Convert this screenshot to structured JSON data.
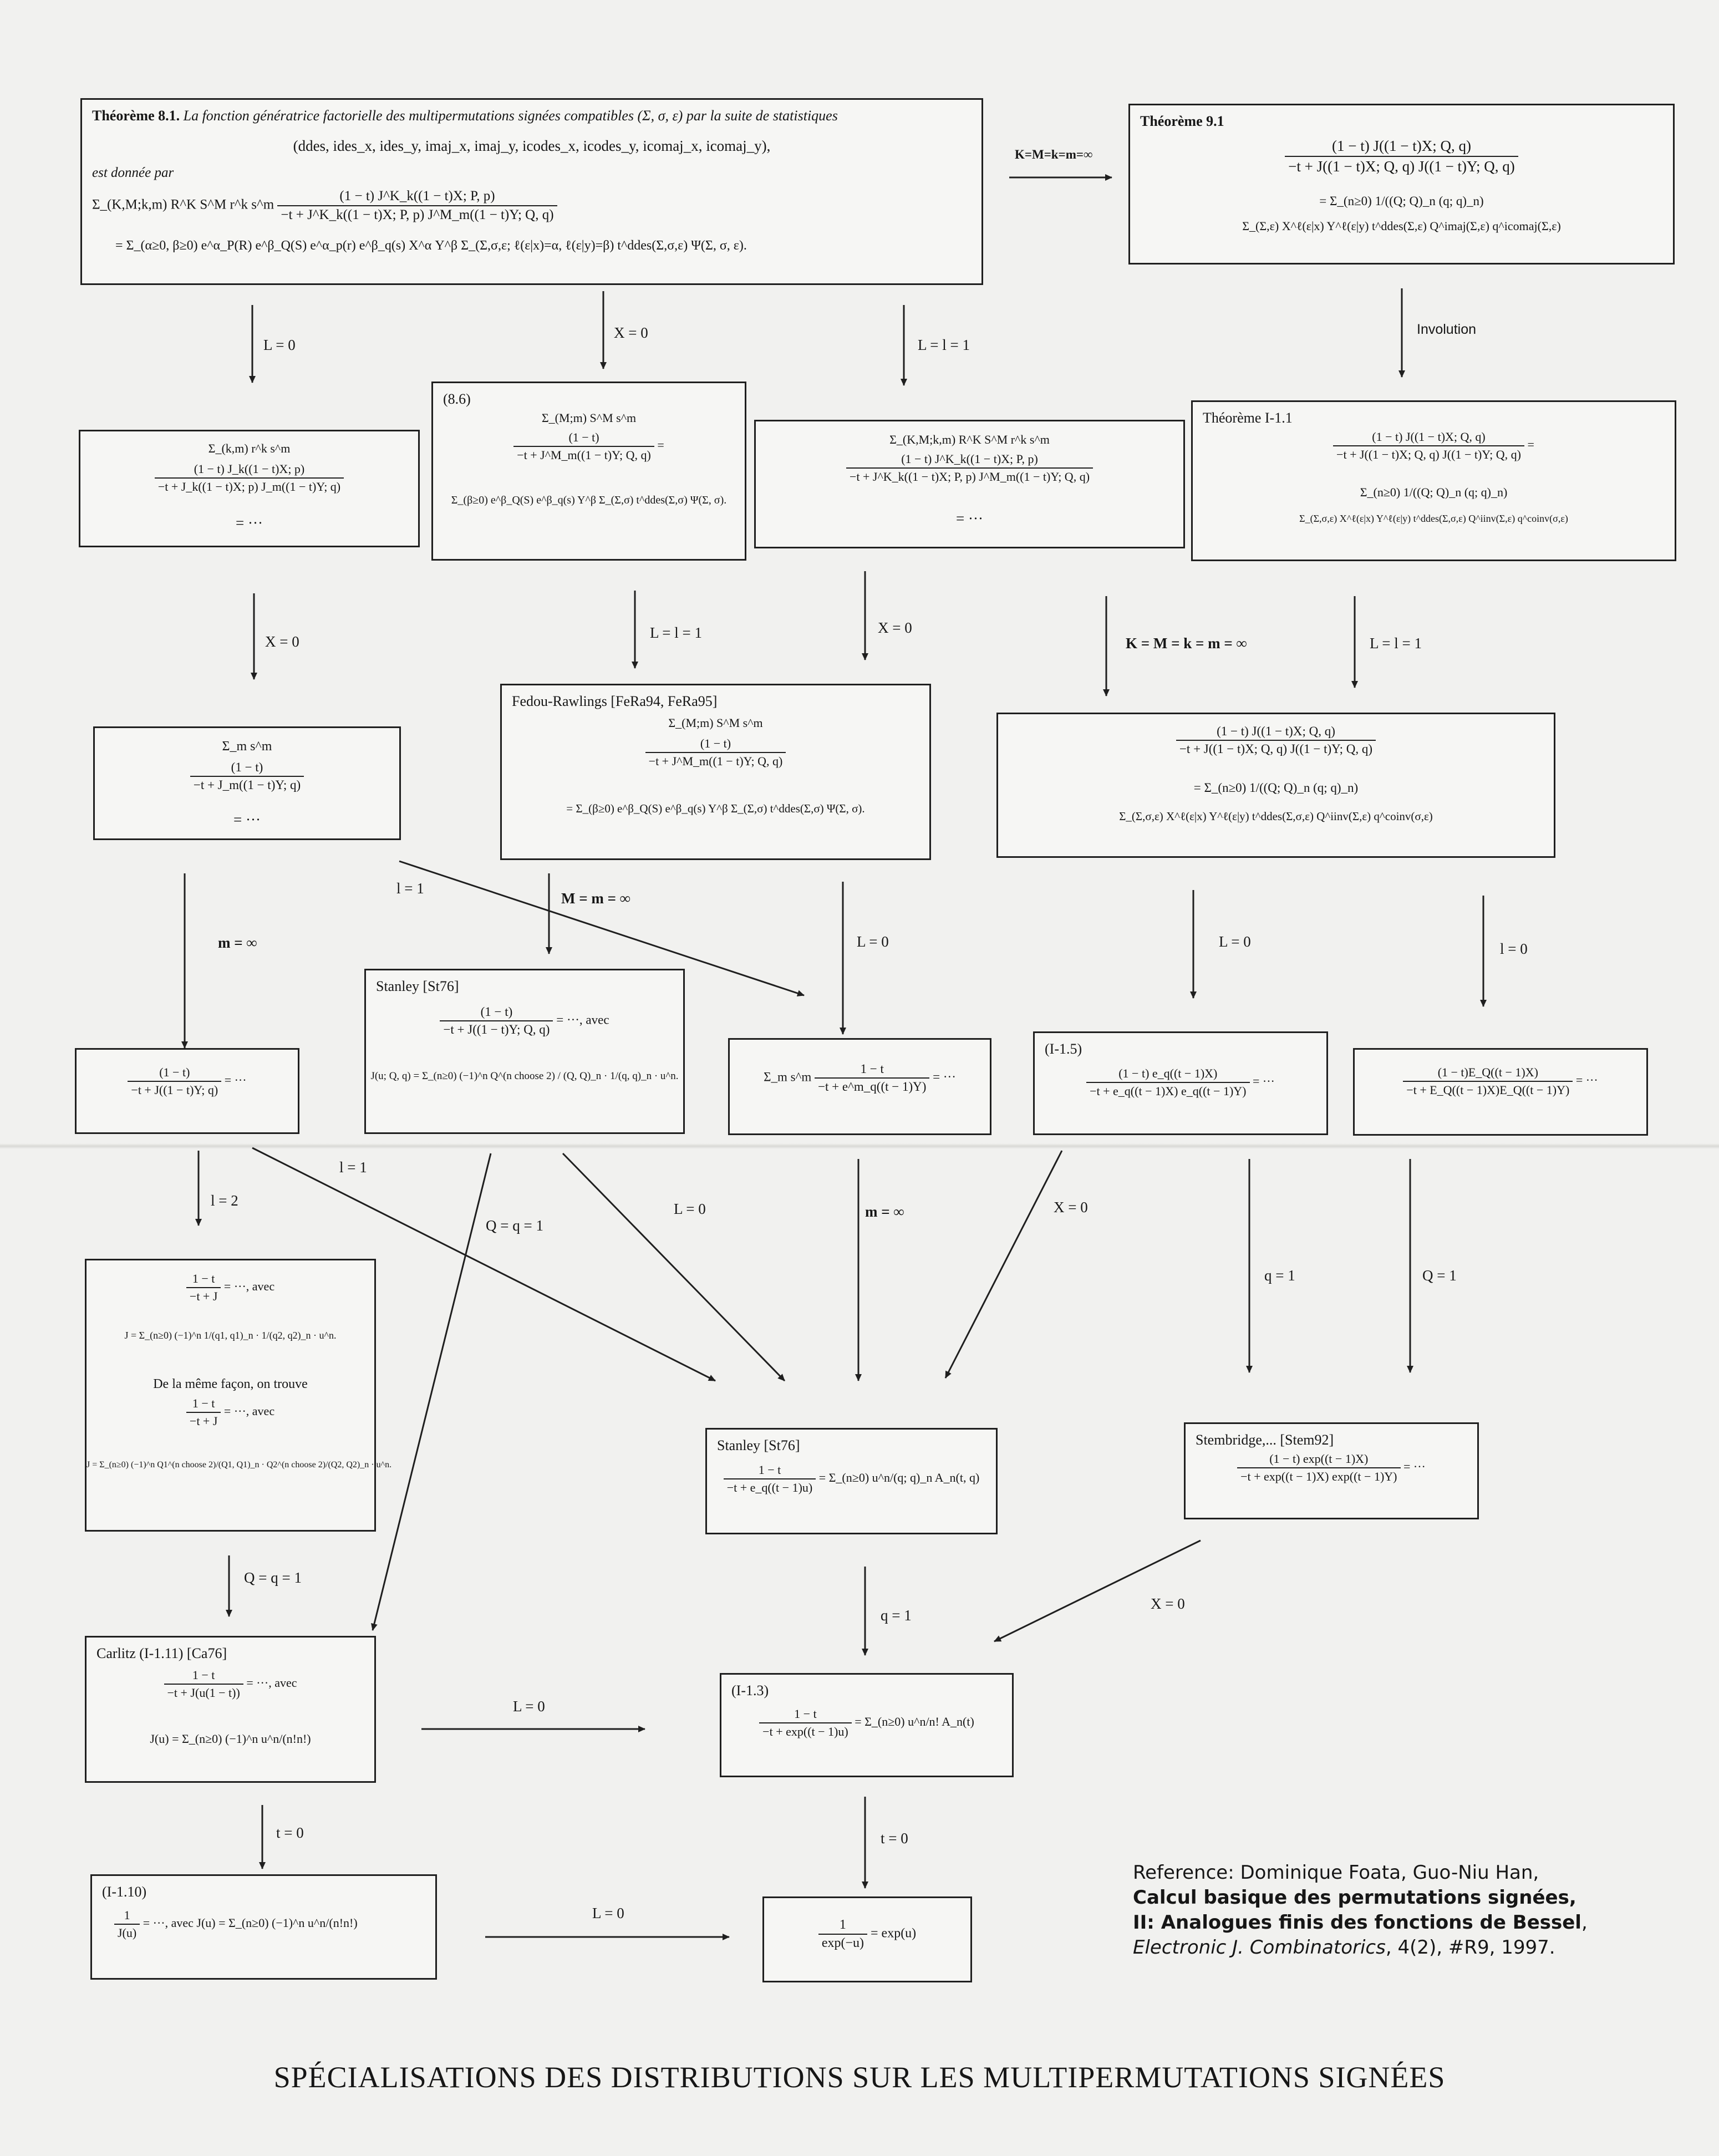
{
  "boxes": {
    "thm81": {
      "title": "Théorème 8.1.",
      "title_rest": "La fonction génératrice factorielle des multipermutations signées compatibles (Σ, σ, ε) par la suite de statistiques",
      "stats": "(ddes, ides_x, ides_y, imaj_x, imaj_y, icodes_x, icodes_y, icomaj_x, icomaj_y),",
      "given_by": "est donnée par",
      "formula_lhs": "Σ_(K,M;k,m) R^K S^M r^k s^m",
      "formula_num": "(1 − t) J^K_k((1 − t)X; P, p)",
      "formula_den": "−t + J^K_k((1 − t)X; P, p) J^M_m((1 − t)Y; Q, q)",
      "formula_rhs": "= Σ_(α≥0, β≥0) e^α_P(R) e^β_Q(S) e^α_p(r) e^β_q(s) X^α Y^β Σ_(Σ,σ,ε; ℓ(ε|x)=α, ℓ(ε|y)=β) t^ddes(Σ,σ,ε) Ψ(Σ, σ, ε)."
    },
    "thm91": {
      "title": "Théorème 9.1",
      "num": "(1 − t) J((1 − t)X; Q, q)",
      "den": "−t + J((1 − t)X; Q, q) J((1 − t)Y; Q, q)",
      "rhs_a": "= Σ_(n≥0) 1/((Q; Q)_n (q; q)_n)",
      "rhs_b": "Σ_(Σ,ε) X^ℓ(ε|x) Y^ℓ(ε|y) t^ddes(Σ,ε) Q^imaj(Σ,ε) q^icomaj(Σ,ε)"
    },
    "bL0": {
      "lhs": "Σ_(k,m) r^k s^m",
      "num": "(1 − t) J_k((1 − t)X; p)",
      "den": "−t + J_k((1 − t)X; p) J_m((1 − t)Y; q)",
      "rest": "= ···"
    },
    "b86": {
      "title": "(8.6)",
      "lhs": "Σ_(M;m) S^M s^m",
      "num": "(1 − t)",
      "den": "−t + J^M_m((1 − t)Y; Q, q)",
      "eq": "=",
      "rhs": "Σ_(β≥0) e^β_Q(S) e^β_q(s) Y^β Σ_(Σ,σ) t^ddes(Σ,σ) Ψ(Σ, σ)."
    },
    "bLl1": {
      "lhs": "Σ_(K,M;k,m) R^K S^M r^k s^m",
      "num": "(1 − t) J^K_k((1 − t)X; P, p)",
      "den": "−t + J^K_k((1 − t)X; P, p) J^M_m((1 − t)Y; Q, q)",
      "rest": "= ···"
    },
    "thmI11": {
      "title": "Théorème I-1.1",
      "num": "(1 − t) J((1 − t)X; Q, q)",
      "den": "−t + J((1 − t)X; Q, q) J((1 − t)Y; Q, q)",
      "eq": "=",
      "rhs_a": "Σ_(n≥0) 1/((Q; Q)_n (q; q)_n)",
      "rhs_b": "Σ_(Σ,σ,ε) X^ℓ(ε|x) Y^ℓ(ε|y) t^ddes(Σ,σ,ε) Q^iinv(Σ,ε) q^coinv(σ,ε)"
    },
    "bX0": {
      "lhs": "Σ_m s^m",
      "num": "(1 − t)",
      "den": "−t + J_m((1 − t)Y; q)",
      "rest": "= ···"
    },
    "fedou": {
      "title": "Fedou-Rawlings [FeRa94, FeRa95]",
      "lhs": "Σ_(M;m) S^M s^m",
      "num": "(1 − t)",
      "den": "−t + J^M_m((1 − t)Y; Q, q)",
      "rhs": "= Σ_(β≥0) e^β_Q(S) e^β_q(s) Y^β Σ_(Σ,σ) t^ddes(Σ,σ) Ψ(Σ, σ)."
    },
    "bKinf": {
      "num": "(1 − t) J((1 − t)X; Q, q)",
      "den": "−t + J((1 − t)X; Q, q) J((1 − t)Y; Q, q)",
      "rhs_a": "= Σ_(n≥0) 1/((Q; Q)_n (q; q)_n)",
      "rhs_b": "Σ_(Σ,σ,ε) X^ℓ(ε|x) Y^ℓ(ε|y) t^ddes(Σ,σ,ε) Q^iinv(Σ,ε) q^coinv(σ,ε)"
    },
    "bminf": {
      "num": "(1 − t)",
      "den": "−t + J((1 − t)Y; q)",
      "rest": "= ···"
    },
    "stanley1": {
      "title": "Stanley [St76]",
      "num": "(1 − t)",
      "den": "−t + J((1 − t)Y; Q, q)",
      "rest": "= ···, avec",
      "j_def": "J(u; Q, q) = Σ_(n≥0) (−1)^n Q^(n choose 2) / (Q, Q)_n · 1/(q, q)_n · u^n."
    },
    "bSm": {
      "lhs": "Σ_m s^m",
      "num": "1 − t",
      "den": "−t + e^m_q((t − 1)Y)",
      "rest": "= ···"
    },
    "i15": {
      "title": "(I-1.5)",
      "num": "(1 − t) e_q((t − 1)X)",
      "den": "−t + e_q((t − 1)X) e_q((t − 1)Y)",
      "rest": "= ···"
    },
    "bEQ": {
      "num": "(1 − t)E_Q((t − 1)X)",
      "den": "−t + E_Q((t − 1)X)E_Q((t − 1)Y)",
      "rest": "= ···"
    },
    "bl2": {
      "l1_num": "1 − t",
      "l1_den": "−t + J",
      "l1_rest": "= ···, avec",
      "l2": "J = Σ_(n≥0) (−1)^n 1/(q1, q1)_n · 1/(q2, q2)_n · u^n.",
      "l3": "De la même façon, on trouve",
      "l4_num": "1 − t",
      "l4_den": "−t + J",
      "l4_rest": "= ···, avec",
      "l5": "J = Σ_(n≥0) (−1)^n Q1^(n choose 2)/(Q1, Q1)_n · Q2^(n choose 2)/(Q2, Q2)_n · u^n."
    },
    "stanley2": {
      "title": "Stanley [St76]",
      "num": "1 − t",
      "den": "−t + e_q((t − 1)u)",
      "rhs": "= Σ_(n≥0) u^n/(q; q)_n A_n(t, q)"
    },
    "stembridge": {
      "title": "Stembridge,... [Stem92]",
      "num": "(1 − t) exp((t − 1)X)",
      "den": "−t + exp((t − 1)X) exp((t − 1)Y)",
      "rest": "= ···"
    },
    "carlitz": {
      "title": "Carlitz (I-1.11) [Ca76]",
      "num": "1 − t",
      "den": "−t + J(u(1 − t))",
      "rest": "= ···, avec",
      "j_def": "J(u) = Σ_(n≥0) (−1)^n u^n/(n!n!)"
    },
    "i13": {
      "title": "(I-1.3)",
      "num": "1 − t",
      "den": "−t + exp((t − 1)u)",
      "rhs": "= Σ_(n≥0) u^n/n! A_n(t)"
    },
    "i110": {
      "title": "(I-1.10)",
      "num": "1",
      "den": "J(u)",
      "rest": "= ···,   avec   J(u) = Σ_(n≥0) (−1)^n u^n/(n!n!)"
    },
    "bexp": {
      "num": "1",
      "den": "exp(−u)",
      "rest": "= exp(u)"
    }
  },
  "labels": {
    "k_eq": "K=M=k=m=∞",
    "L0_a": "L = 0",
    "X0_a": "X = 0",
    "Ll1_a": "L = l = 1",
    "involution": "Involution",
    "X0_b": "X = 0",
    "Ll1_b": "L = l = 1",
    "X0_c": "X = 0",
    "KMkm": "K = M = k = m = ∞",
    "Ll1_c": "L = l = 1",
    "l1_a": "l = 1",
    "M_m": "M = m = ∞",
    "L0_b": "L = 0",
    "L0_c": "L = 0",
    "l0": "l = 0",
    "minf_a": "m = ∞",
    "l1_b": "l = 1",
    "l2": "l = 2",
    "Qq1_a": "Q = q = 1",
    "L0_d": "L = 0",
    "minf_b": "m = ∞",
    "X0_d": "X = 0",
    "q1_a": "q = 1",
    "Q1": "Q = 1",
    "Qq1_b": "Q = q = 1",
    "q1_b": "q = 1",
    "X0_e": "X = 0",
    "L0_e": "L = 0",
    "t0_a": "t = 0",
    "t0_b": "t = 0",
    "L0_f": "L = 0"
  },
  "reference": {
    "line1": "Reference: Dominique Foata, Guo-Niu Han,",
    "line2": "Calcul basique des permutations signées,",
    "line3a": "II: Analogues finis des fonctions de Bessel",
    "line3b": ",",
    "line4a": "Electronic J. Combinatorics",
    "line4b": ", 4(2), #R9, 1997."
  },
  "caption": "SPÉCIALISATIONS DES DISTRIBUTIONS SUR LES MULTIPERMUTATIONS SIGNÉES"
}
